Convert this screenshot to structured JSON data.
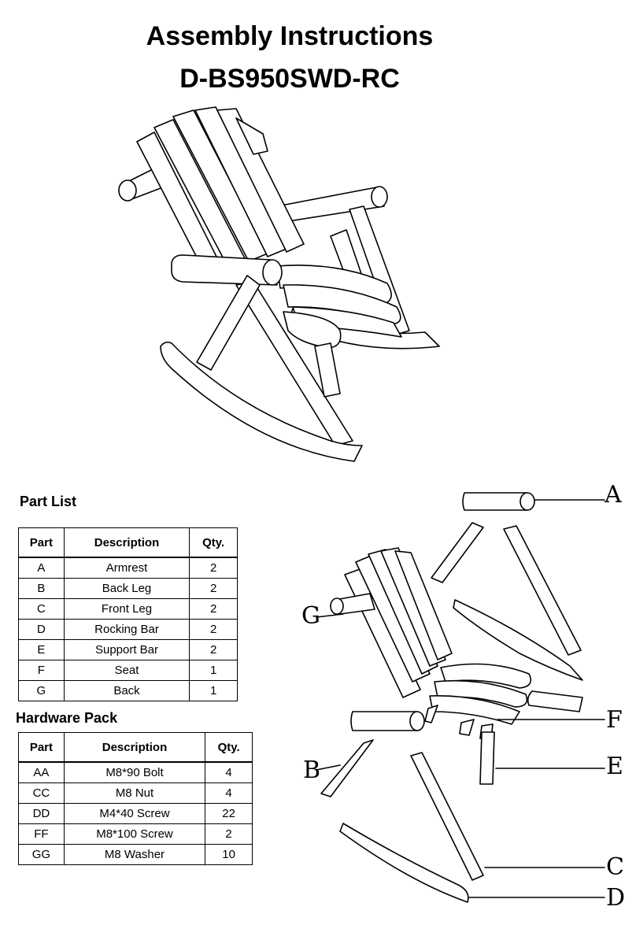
{
  "header": {
    "title": "Assembly Instructions",
    "model": "D-BS950SWD-RC"
  },
  "part_list": {
    "heading": "Part List",
    "columns": [
      "Part",
      "Description",
      "Qty."
    ],
    "rows": [
      [
        "A",
        "Armrest",
        "2"
      ],
      [
        "B",
        "Back Leg",
        "2"
      ],
      [
        "C",
        "Front Leg",
        "2"
      ],
      [
        "D",
        "Rocking Bar",
        "2"
      ],
      [
        "E",
        "Support Bar",
        "2"
      ],
      [
        "F",
        "Seat",
        "1"
      ],
      [
        "G",
        "Back",
        "1"
      ]
    ]
  },
  "hardware_pack": {
    "heading": "Hardware Pack",
    "columns": [
      "Part",
      "Description",
      "Qty."
    ],
    "rows": [
      [
        "AA",
        "M8*90 Bolt",
        "4"
      ],
      [
        "CC",
        "M8 Nut",
        "4"
      ],
      [
        "DD",
        "M4*40 Screw",
        "22"
      ],
      [
        "FF",
        "M8*100 Screw",
        "2"
      ],
      [
        "GG",
        "M8 Washer",
        "10"
      ]
    ]
  },
  "diagram_callouts": {
    "a": "A",
    "b": "B",
    "c": "C",
    "d": "D",
    "e": "E",
    "f": "F",
    "g": "G"
  }
}
